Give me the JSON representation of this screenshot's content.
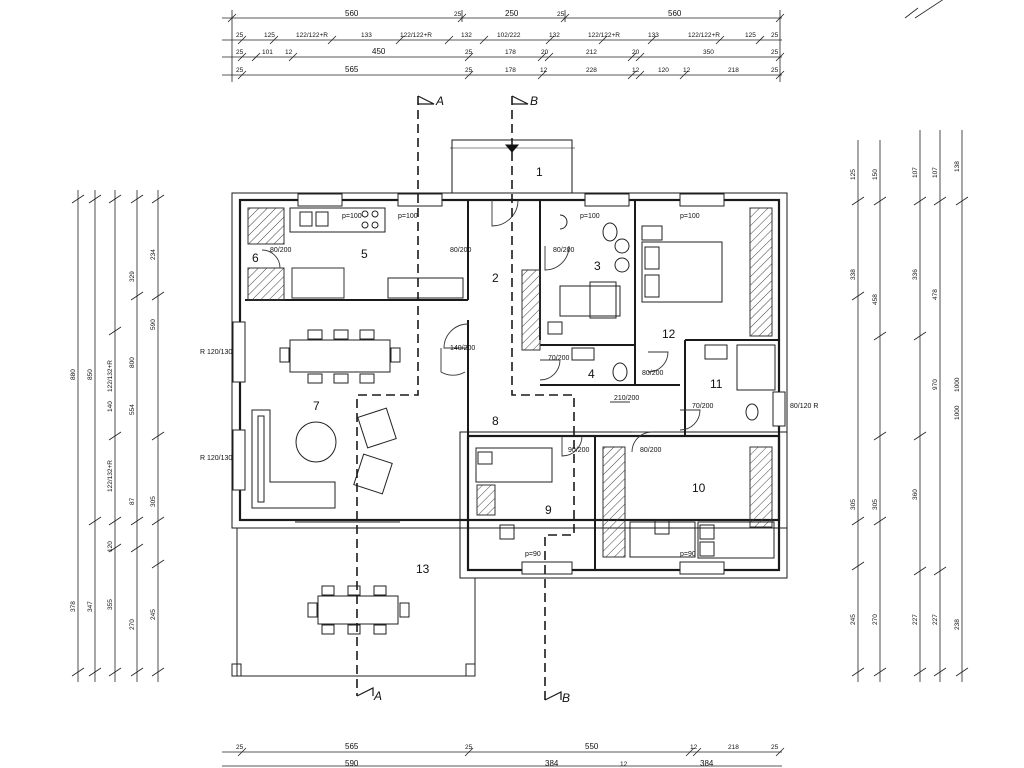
{
  "top_dimensions": {
    "row1": [
      "560",
      "25",
      "250",
      "25",
      "560"
    ],
    "row2": [
      "25",
      "125",
      "122/122+R",
      "133",
      "122/122+R",
      "132",
      "102/222",
      "132",
      "122/122+R",
      "133",
      "122/122+R",
      "125",
      "25"
    ],
    "row3": [
      "25",
      "101",
      "12",
      "450",
      "25",
      "178",
      "20",
      "212",
      "20",
      "350",
      "25"
    ],
    "row4": [
      "25",
      "565",
      "25",
      "178",
      "12",
      "228",
      "12",
      "120",
      "12",
      "218",
      "25"
    ]
  },
  "bottom_dimensions": {
    "row1": [
      "25",
      "565",
      "25",
      "550",
      "12",
      "218",
      "25"
    ],
    "row2": [
      "590",
      "384",
      "12",
      "384"
    ]
  },
  "left_dimensions": {
    "outer": [
      "880",
      "378"
    ],
    "col2": [
      "850",
      "347"
    ],
    "col3": [
      "122/132+R",
      "140",
      "122/132+R",
      "120",
      "355"
    ],
    "col4": [
      "329",
      "800",
      "554",
      "87",
      "270"
    ],
    "col5": [
      "234",
      "590",
      "305",
      "245"
    ]
  },
  "right_dimensions": {
    "col1": [
      "125",
      "338",
      "305",
      "245"
    ],
    "col2": [
      "150",
      "458",
      "305",
      "270"
    ],
    "col3": [
      "107",
      "336",
      "360",
      "227"
    ],
    "col4": [
      "107",
      "478",
      "970",
      "227"
    ],
    "col5": [
      "138",
      "1000",
      "1000",
      "238"
    ]
  },
  "rooms": [
    {
      "num": "1"
    },
    {
      "num": "2"
    },
    {
      "num": "3"
    },
    {
      "num": "4"
    },
    {
      "num": "5"
    },
    {
      "num": "6"
    },
    {
      "num": "7"
    },
    {
      "num": "8"
    },
    {
      "num": "9"
    },
    {
      "num": "10"
    },
    {
      "num": "11"
    },
    {
      "num": "12"
    },
    {
      "num": "13"
    }
  ],
  "sections": {
    "a": "A",
    "b": "B"
  },
  "window_labels": [
    "p=100",
    "p=100",
    "p=100",
    "p=100",
    "p=90",
    "p=90"
  ],
  "door_labels": [
    "80/200",
    "80/200",
    "140/200",
    "70/200",
    "80/200",
    "80/200",
    "70/200",
    "80/200",
    "90/200",
    "210/200"
  ],
  "side_window_labels": [
    "R 120/130",
    "R 120/130",
    "80/120 R"
  ],
  "colors": {
    "ink": "#1a1a1a",
    "wall": "#222222",
    "paper": "#ffffff",
    "hatch": "#555555"
  }
}
